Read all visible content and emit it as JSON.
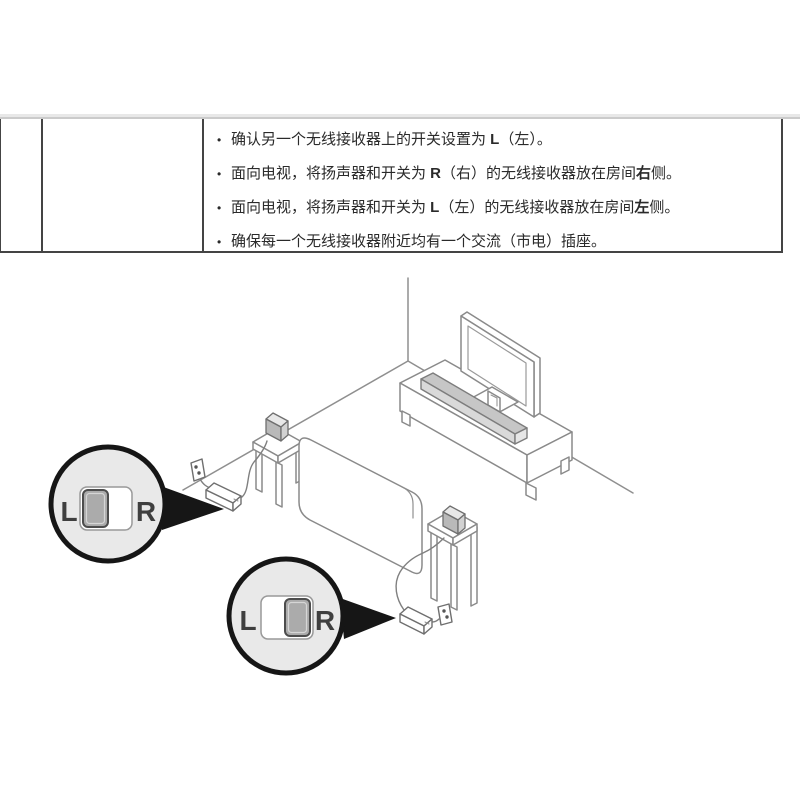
{
  "notes_table": {
    "bullet_char": "•",
    "bullets": [
      {
        "segments": [
          {
            "text": "确认另一个无线接收器上的开关设置为 ",
            "bold": false
          },
          {
            "text": "L",
            "bold": true
          },
          {
            "text": "（左）。",
            "bold": false
          }
        ]
      },
      {
        "segments": [
          {
            "text": "面向电视，将扬声器和开关为 ",
            "bold": false
          },
          {
            "text": "R",
            "bold": true
          },
          {
            "text": "（右）的无线接收器放在房间",
            "bold": false
          },
          {
            "text": "右",
            "bold": true
          },
          {
            "text": "侧。",
            "bold": false
          }
        ]
      },
      {
        "segments": [
          {
            "text": "面向电视，将扬声器和开关为 ",
            "bold": false
          },
          {
            "text": "L",
            "bold": true
          },
          {
            "text": "（左）的无线接收器放在房间",
            "bold": false
          },
          {
            "text": "左",
            "bold": true
          },
          {
            "text": "侧。",
            "bold": false
          }
        ]
      },
      {
        "segments": [
          {
            "text": "确保每一个无线接收器附近均有一个交流（市电）插座。",
            "bold": false
          }
        ]
      }
    ]
  },
  "illustration": {
    "left_callout": {
      "label_left": "L",
      "label_right": "R",
      "selected": "L"
    },
    "right_callout": {
      "label_left": "L",
      "label_right": "R",
      "selected": "R"
    },
    "colors": {
      "callout_ring": "#161616",
      "callout_fill": "#e9e9e9",
      "knob_fill": "#ababab",
      "track_fill": "#ffffff",
      "soundbar_fill": "#c6c6c6",
      "line_gray": "#8a8a8a",
      "border_dark": "#444444"
    }
  }
}
